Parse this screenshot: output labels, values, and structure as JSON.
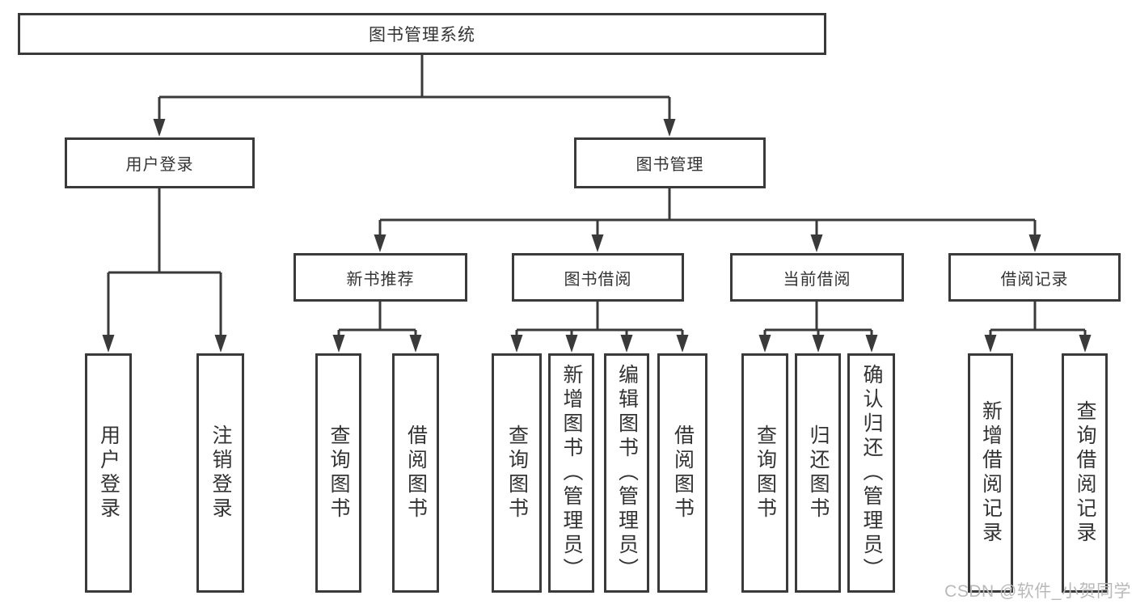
{
  "diagram": {
    "root": {
      "label": "图书管理系统",
      "children": [
        {
          "label": "用户登录",
          "children": [
            {
              "label": "用户登录"
            },
            {
              "label": "注销登录"
            }
          ]
        },
        {
          "label": "图书管理",
          "children": [
            {
              "label": "新书推荐",
              "children": [
                {
                  "label": "查询图书"
                },
                {
                  "label": "借阅图书"
                }
              ]
            },
            {
              "label": "图书借阅",
              "children": [
                {
                  "label": "查询图书"
                },
                {
                  "label": "新增图书（管理员）"
                },
                {
                  "label": "编辑图书（管理员）"
                },
                {
                  "label": "借阅图书"
                }
              ]
            },
            {
              "label": "当前借阅",
              "children": [
                {
                  "label": "查询图书"
                },
                {
                  "label": "归还图书"
                },
                {
                  "label": "确认归还（管理员）"
                }
              ]
            },
            {
              "label": "借阅记录",
              "children": [
                {
                  "label": "新增借阅记录"
                },
                {
                  "label": "查询借阅记录"
                }
              ]
            }
          ]
        }
      ]
    }
  },
  "watermark": "CSDN @软件_小贺同学",
  "colors": {
    "line": "#3a3a3a",
    "text": "#333333",
    "watermark": "#b9b9b9",
    "background": "#ffffff"
  }
}
